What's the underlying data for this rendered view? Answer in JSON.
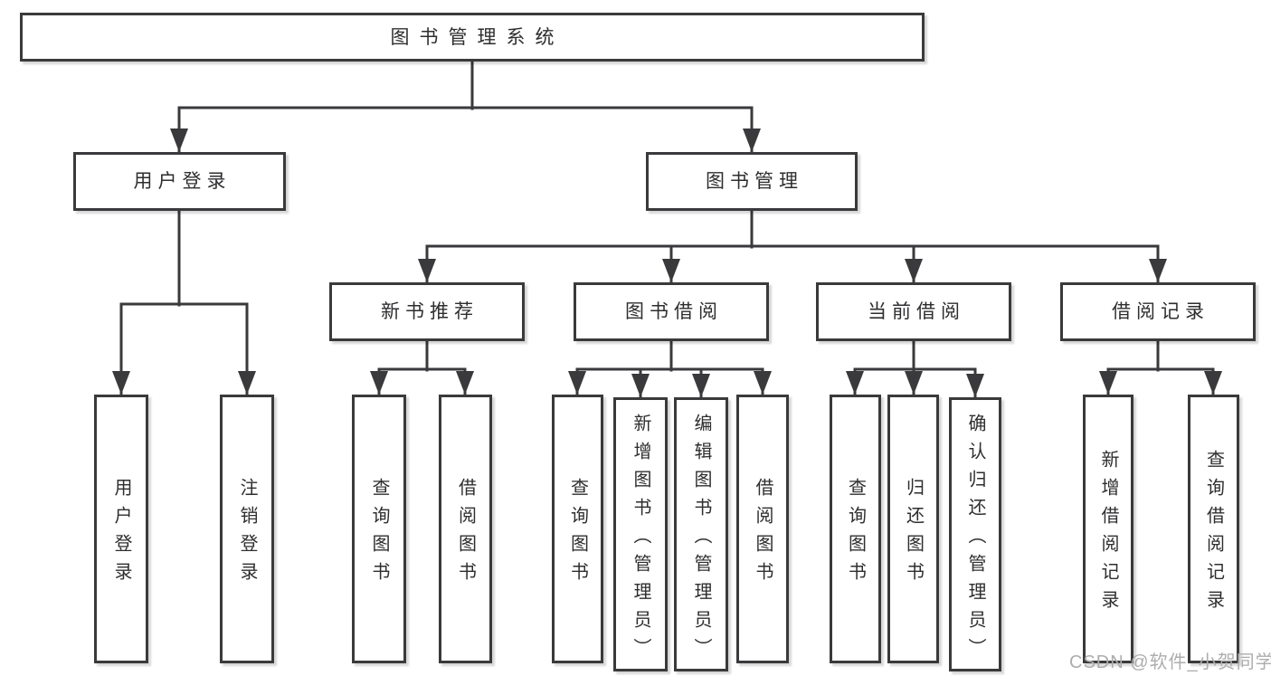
{
  "diagram": {
    "root": {
      "label": "图书管理系统"
    },
    "branches": [
      {
        "label": "用户登录",
        "children": [
          {
            "label": "用户登录"
          },
          {
            "label": "注销登录"
          }
        ]
      },
      {
        "label": "图书管理",
        "children": [
          {
            "label": "新书推荐",
            "children": [
              {
                "label": "查询图书"
              },
              {
                "label": "借阅图书"
              }
            ]
          },
          {
            "label": "图书借阅",
            "children": [
              {
                "label": "查询图书"
              },
              {
                "label": "新增图书（管理员）"
              },
              {
                "label": "编辑图书（管理员）"
              },
              {
                "label": "借阅图书"
              }
            ]
          },
          {
            "label": "当前借阅",
            "children": [
              {
                "label": "查询图书"
              },
              {
                "label": "归还图书"
              },
              {
                "label": "确认归还（管理员）"
              }
            ]
          },
          {
            "label": "借阅记录",
            "children": [
              {
                "label": "新增借阅记录"
              },
              {
                "label": "查询借阅记录"
              }
            ]
          }
        ]
      }
    ],
    "line_color": "#3a3a3c",
    "watermark": "CSDN @软件_小贺同学",
    "watermark_color": "#adadad"
  }
}
